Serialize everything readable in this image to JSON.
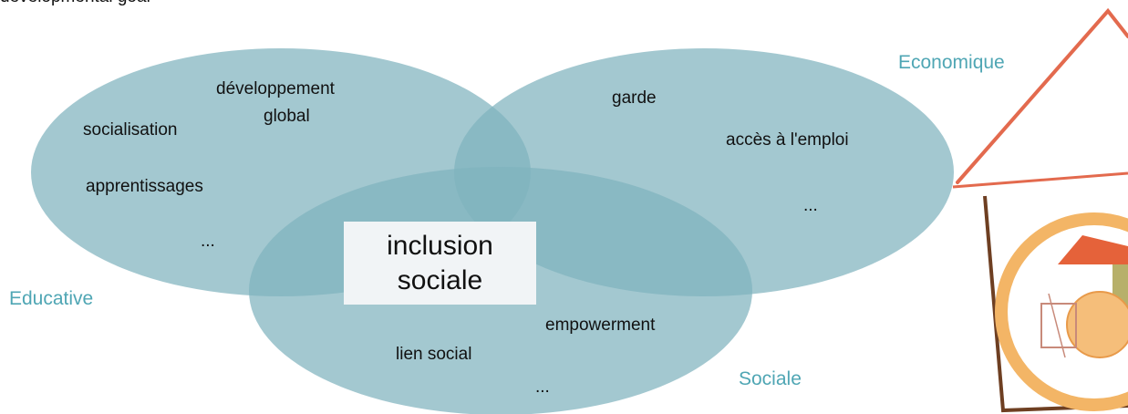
{
  "top_cut_text": "developmental goal",
  "categories": {
    "economique": "Economique",
    "educative": "Educative",
    "sociale": "Sociale"
  },
  "educative_items": {
    "item1": "développement",
    "item2": "global",
    "item3": "socialisation",
    "item4": "apprentissages",
    "item5": "..."
  },
  "economique_items": {
    "item1": "garde",
    "item2": "accès à l'emploi",
    "item3": "..."
  },
  "sociale_items": {
    "item1": "empowerment",
    "item2": "lien social",
    "item3": "..."
  },
  "center": {
    "line1": "inclusion",
    "line2": "sociale"
  },
  "colors": {
    "circle_fill": "#7fb3be",
    "category_text": "#4fa6b4",
    "center_box": "#f1f4f6",
    "house_line": "#e35a3c",
    "sun_ring": "#f0a040",
    "triangle": "#e56a3b",
    "house_frame": "#7a4a2c"
  }
}
